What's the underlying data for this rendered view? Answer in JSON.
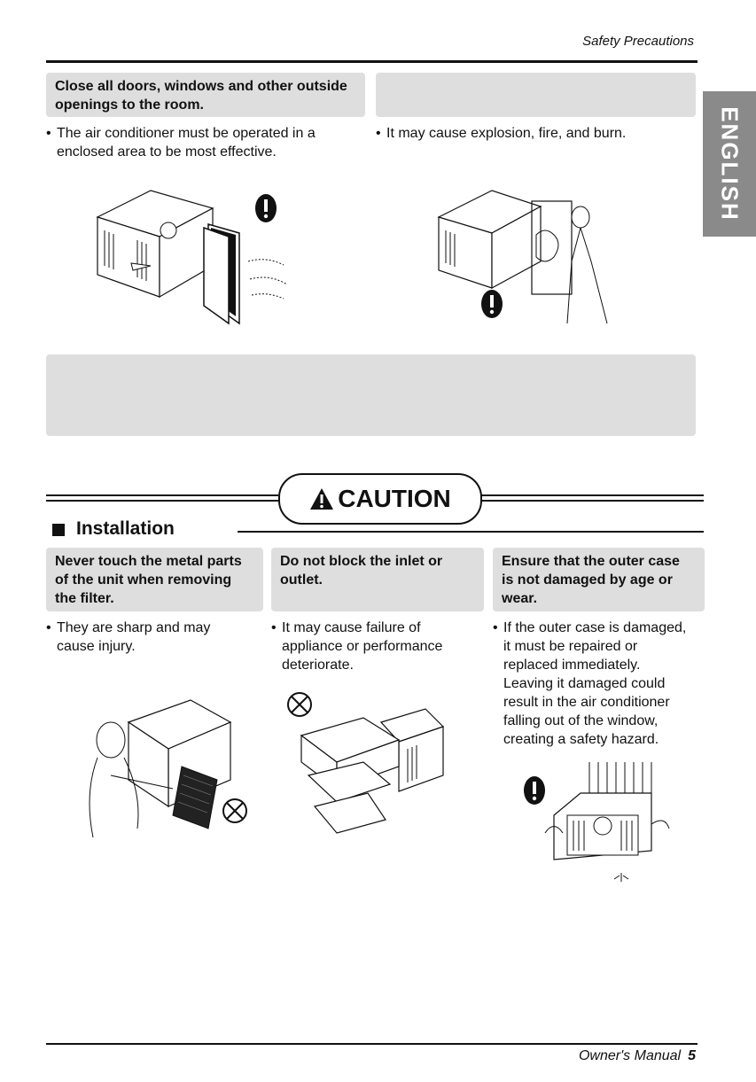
{
  "header": {
    "title": "Safety Precautions"
  },
  "side_tab": {
    "label": "ENGLISH"
  },
  "top_left": {
    "heading_line1": "Close all doors, windows and other outside",
    "heading_line2": "openings to the room.",
    "bullet_line1": "The air conditioner must be operated in a",
    "bullet_line2": "enclosed area to be most effective."
  },
  "top_right": {
    "heading": "",
    "bullet": "It may cause explosion, fire, and burn."
  },
  "wide_box": {
    "text": ""
  },
  "caution": {
    "label": "CAUTION"
  },
  "section": {
    "title": "Installation"
  },
  "columns": [
    {
      "heading": [
        "Never touch the metal parts",
        "of the unit when removing",
        "the filter."
      ],
      "bullet": [
        "They are sharp and may",
        "cause injury."
      ]
    },
    {
      "heading": [
        "Do not block the inlet or",
        "outlet."
      ],
      "bullet": [
        "It may cause failure of",
        "appliance or performance",
        "deteriorate."
      ]
    },
    {
      "heading": [
        "Ensure that the outer case",
        "is not damaged by age or",
        "wear."
      ],
      "bullet": [
        "If the outer case is damaged,",
        "it must be repaired or",
        "replaced immediately.",
        "Leaving it damaged could",
        "result in the air conditioner",
        "falling out of the window,",
        "creating a safety hazard."
      ]
    }
  ],
  "footer": {
    "manual": "Owner's Manual",
    "page": "5"
  }
}
